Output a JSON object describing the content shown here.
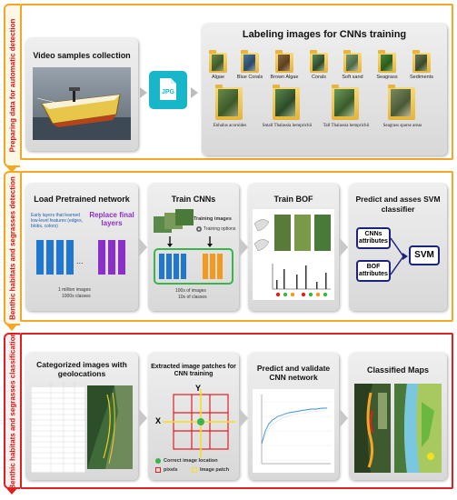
{
  "sections": [
    {
      "label": "Preparing data for automatic detection",
      "color": "#f5a623"
    },
    {
      "label": "Benthic habitats and segrasses detection",
      "color": "#f5a623"
    },
    {
      "label": "Benthic habitats and segrasses classification",
      "color": "#e02020"
    }
  ],
  "row1": {
    "video_title": "Video samples collection",
    "jpg_label": "JPG",
    "labeling_title": "Labeling images for CNNs training",
    "folders_top": [
      "Algae",
      "Blue Corals",
      "Brown Algae",
      "Corals",
      "Soft sand",
      "Seagrass",
      "Sediments"
    ],
    "folders_bottom": [
      "Enhalus acoroides",
      "Small Thalassia hemprichii",
      "Tall Thalassia hemprichii",
      "Seagrass sparse areas"
    ]
  },
  "row2": {
    "pretrained_title": "Load Pretrained network",
    "early_layers": "Early layers that learned low-level features (edges, blobs, colors)",
    "replace_layers": "Replace final layers",
    "dots": "...",
    "million_images": "1 million images",
    "classes_1000": "1000s classes",
    "train_cnn_title": "Train CNNs",
    "training_images": "Training images",
    "training_options": "Training options",
    "images_100s": "100s of images",
    "classes_10s": "10s of classes",
    "train_bof_title": "Train BOF",
    "svm_title": "Predict and asses SVM classifier",
    "cnn_attr": "CNNs attributes",
    "bof_attr": "BOF attributes",
    "svm_label": "SVM"
  },
  "row3": {
    "categorized_title": "Categorized images with geolocations",
    "patches_title": "Extracted image patches for CNN training",
    "axis_x": "X",
    "axis_y": "Y",
    "legend_correct": "Correct image location",
    "legend_pixels": "pixels",
    "legend_patch": "Image patch",
    "predict_title": "Predict and validate CNN network",
    "maps_title": "Classified Maps"
  },
  "colors": {
    "orange": "#f5a623",
    "red": "#e02020",
    "blue_block": "#1f77d0",
    "orange_block": "#f39a1e",
    "green": "#39b54a",
    "purple": "#8b2fc9",
    "navy": "#1a237e"
  }
}
